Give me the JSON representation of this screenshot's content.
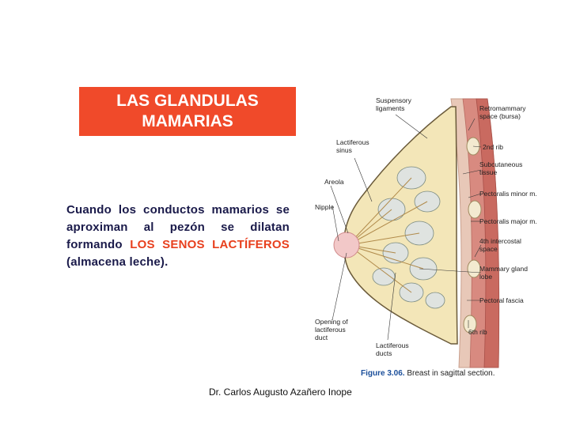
{
  "slide": {
    "title_line1": "LAS GLANDULAS",
    "title_line2": "MAMARIAS",
    "body_part1": "Cuando los conductos mamarios se aproximan al pezón se dilatan formando ",
    "body_highlight": "LOS SENOS LACTÍFEROS",
    "body_part2": " (almacena leche).",
    "footer": "Dr. Carlos Augusto Azañero Inope"
  },
  "figure": {
    "labels": {
      "suspensory": [
        "Suspensory",
        "ligaments"
      ],
      "retromammary": [
        "Retromammary",
        "space (bursa)"
      ],
      "lactiferous_sinus": [
        "Lactiferous",
        "sinus"
      ],
      "rib2": "2nd rib",
      "subcutaneous": [
        "Subcutaneous",
        "tissue"
      ],
      "areola": "Areola",
      "pect_minor": "Pectoralis minor m.",
      "nipple": "Nipple",
      "pect_major": "Pectoralis major m.",
      "intercostal": [
        "4th intercostal",
        "space"
      ],
      "mammary_lobe": [
        "Mammary gland",
        "lobe"
      ],
      "pect_fascia": "Pectoral fascia",
      "opening": [
        "Opening of",
        "lactiferous",
        "duct"
      ],
      "rib6": "6th rib",
      "lact_ducts": [
        "Lactiferous",
        "ducts"
      ]
    },
    "caption_bold": "Figure 3.06.",
    "caption_text": " Breast in sagittal section."
  },
  "colors": {
    "title_bg": "#f04a2a",
    "highlight": "#e8401e",
    "body_text": "#1a1a4a"
  }
}
